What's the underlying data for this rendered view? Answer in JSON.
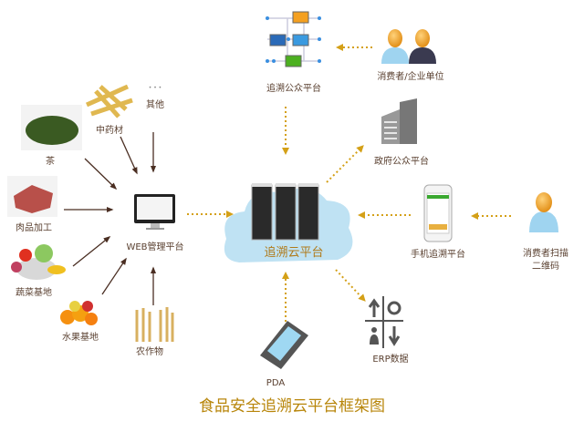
{
  "title": "食品安全追溯云平台框架图",
  "nodes": {
    "cloud": "追溯云平台",
    "public_platform": "追溯公众平台",
    "consumer_enterprise": "消费者/企业单位",
    "government": "政府公众平台",
    "mobile": "手机追溯平台",
    "consumer_scan_1": "消费者扫描",
    "consumer_scan_2": "二维码",
    "pda": "PDA",
    "erp": "ERP数据",
    "web": "WEB管理平台"
  },
  "sources": {
    "herb": "中药材",
    "other": "其他",
    "other_dots": "• • •",
    "tea": "茶",
    "meat": "肉品加工",
    "vegetable": "蔬菜基地",
    "fruit": "水果基地",
    "crop": "农作物"
  },
  "colors": {
    "dotted_arrow": "#d4a017",
    "solid_arrow": "#4a2e22",
    "title": "#b8860b"
  }
}
